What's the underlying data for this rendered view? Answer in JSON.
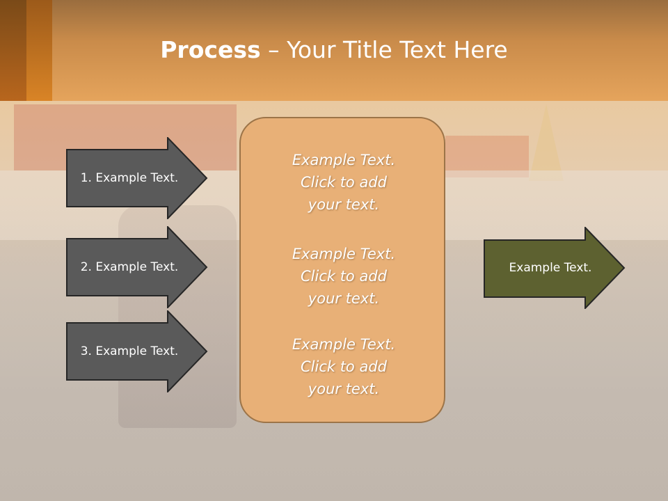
{
  "header": {
    "title_bold": "Process",
    "title_rest": " – Your Title Text Here"
  },
  "left_arrows": [
    {
      "label": "1. Example Text."
    },
    {
      "label": "2. Example Text."
    },
    {
      "label": "3. Example Text."
    }
  ],
  "center": {
    "blocks": [
      {
        "line1": "Example Text.",
        "line2": "Click  to add",
        "line3": "your text."
      },
      {
        "line1": "Example Text.",
        "line2": "Click  to add",
        "line3": "your text."
      },
      {
        "line1": "Example Text.",
        "line2": "Click  to add",
        "line3": "your text."
      }
    ]
  },
  "right_arrow": {
    "label": "Example Text."
  },
  "colors": {
    "left_arrow_fill": "#5a5a5a",
    "right_arrow_fill": "#5d6130",
    "center_fill": "#e8b077",
    "header_accent": "#d98426"
  }
}
